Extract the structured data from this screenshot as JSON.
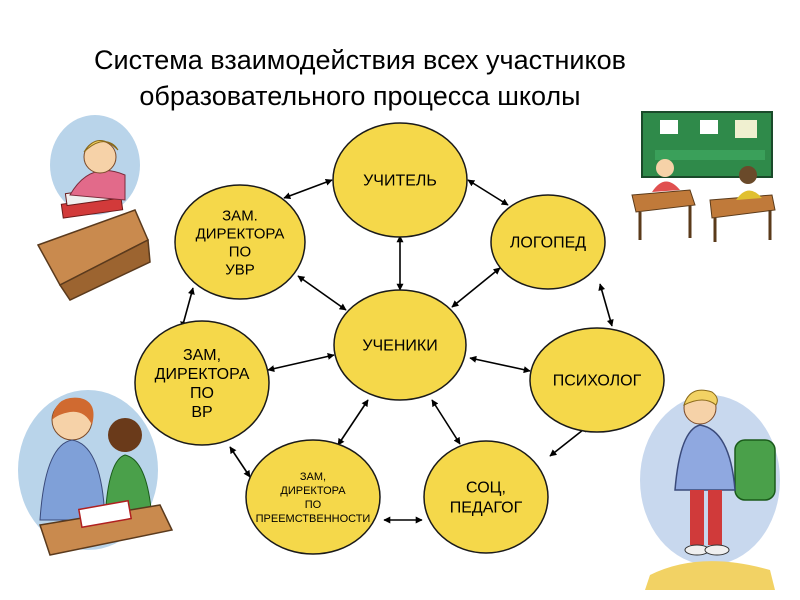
{
  "title": {
    "line1": "Система взаимодействия всех участников",
    "line2": "образовательного процесса школы"
  },
  "colors": {
    "node_fill": "#f5d84a",
    "node_stroke": "#1a1a1a",
    "arrow": "#000000"
  },
  "nodes": {
    "center": {
      "lines": [
        "УЧЕНИКИ"
      ]
    },
    "teacher": {
      "lines": [
        "УЧИТЕЛЬ"
      ]
    },
    "logoped": {
      "lines": [
        "ЛОГОПЕД"
      ]
    },
    "psychologist": {
      "lines": [
        "ПСИХОЛОГ"
      ]
    },
    "social": {
      "lines": [
        "СОЦ,",
        "ПЕДАГОГ"
      ]
    },
    "deputy_continuity": {
      "lines": [
        "ЗАМ,",
        "ДИРЕКТОРА",
        "ПО",
        "ПРЕЕМСТВЕННОСТИ"
      ]
    },
    "deputy_vr": {
      "lines": [
        "ЗАМ,",
        "ДИРЕКТОРА",
        "ПО",
        "ВР"
      ]
    },
    "deputy_uvr": {
      "lines": [
        "ЗАМ.",
        "ДИРЕКТОРА",
        "ПО",
        "УВР"
      ]
    }
  },
  "pictures": {
    "top_left": "girl-reading-clipart",
    "top_right": "classroom-clipart",
    "bottom_left": "teacher-with-student-clipart",
    "bottom_right": "boy-with-backpack-clipart"
  }
}
